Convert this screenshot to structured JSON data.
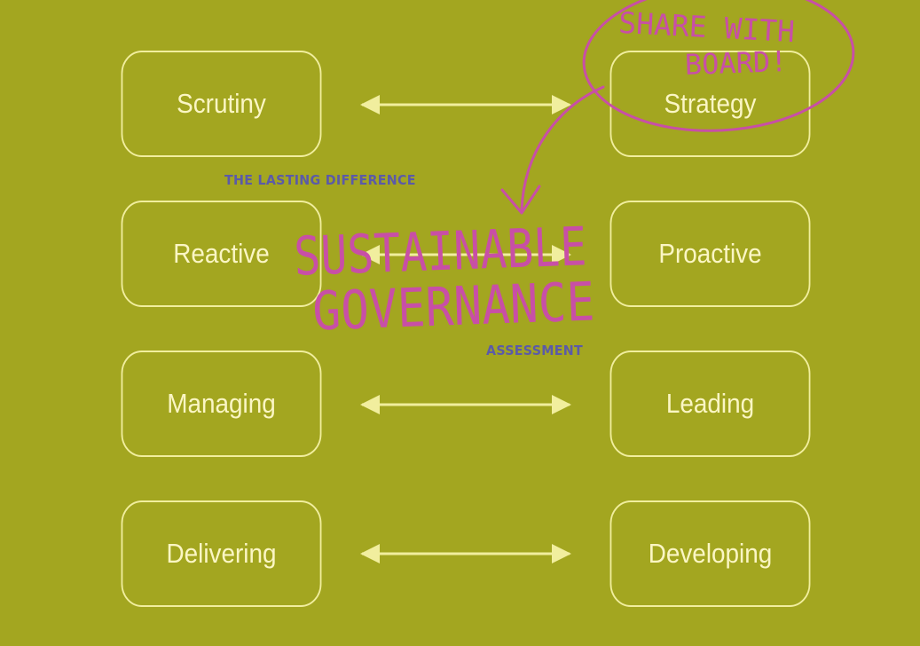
{
  "diagram": {
    "pairs": [
      {
        "left": "Scrutiny",
        "right": "Strategy"
      },
      {
        "left": "Reactive",
        "right": "Proactive"
      },
      {
        "left": "Managing",
        "right": "Leading"
      },
      {
        "left": "Delivering",
        "right": "Developing"
      }
    ],
    "labels": {
      "lasting_difference": "THE LASTING DIFFERENCE",
      "assessment": "ASSESSMENT"
    }
  },
  "annotations": {
    "note_line1": "SHARE WITH",
    "note_line2": "BOARD!",
    "overlay_line1": "SUSTAINABLE",
    "overlay_line2": "GOVERNANCE"
  },
  "colors": {
    "background": "#a3a620",
    "box_stroke": "#f1ee9e",
    "arrow": "#f1ee9e",
    "label": "#5b5aa8",
    "handwriting": "#c84fa6"
  }
}
